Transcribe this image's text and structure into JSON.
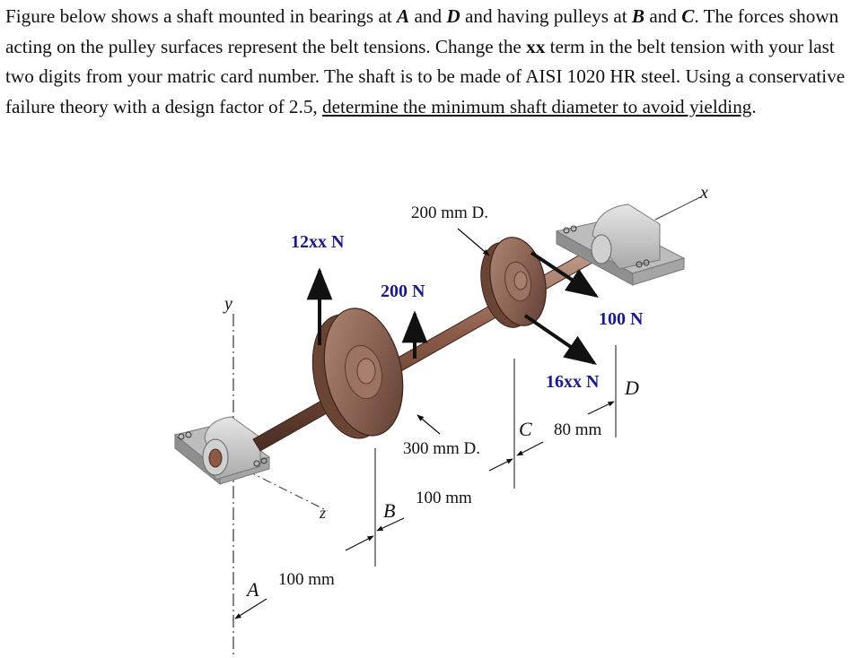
{
  "problem": {
    "s1": "Figure below shows a shaft mounted in bearings at ",
    "A": "A",
    "s2": " and ",
    "D": "D",
    "s3": " and having pulleys at ",
    "B": "B",
    "s4": " and ",
    "C": "C",
    "s5": ". The forces shown acting on the pulley surfaces represent the belt tensions. Change the ",
    "xx": "xx",
    "s6": " term in the belt tension with your last two digits from your matric card number. The shaft is to be made of AISI 1020 HR steel. Using a conservative failure theory with a design factor of 2.5, ",
    "u1": "determine the minimum shaft diameter to avoid yielding",
    "s7": "."
  },
  "figure": {
    "axis_x": "x",
    "axis_y": "y",
    "axis_z": "z",
    "point_A": "A",
    "point_B": "B",
    "point_C": "C",
    "point_D": "D",
    "force_B_up": "12xx N",
    "force_B_small": "200 N",
    "force_C_1": "100 N",
    "force_C_2": "16xx N",
    "diam_C": "200 mm D.",
    "diam_B": "300 mm D.",
    "dim_AB": "100 mm",
    "dim_BC": "100 mm",
    "dim_CD": "80 mm"
  }
}
